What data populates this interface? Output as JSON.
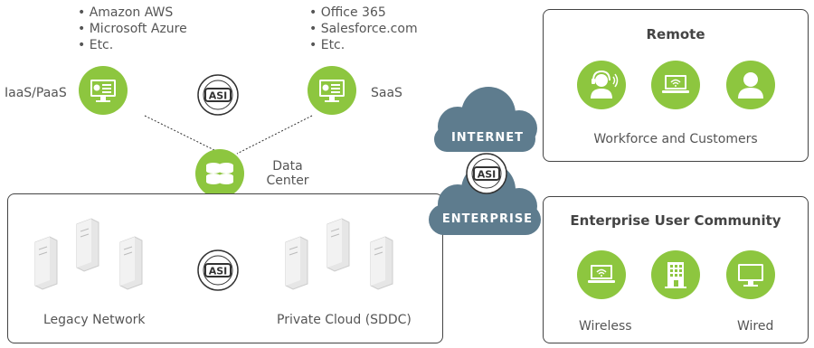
{
  "iaas": {
    "bullets": [
      "Amazon AWS",
      "Microsoft Azure",
      "Etc."
    ],
    "label": "IaaS/PaaS",
    "icon": "monitor-icon"
  },
  "saas": {
    "bullets": [
      "Office 365",
      "Salesforce.com",
      "Etc."
    ],
    "label": "SaaS",
    "icon": "monitor-icon"
  },
  "datacenter": {
    "label_line1": "Data",
    "label_line2": "Center",
    "icon": "database-icon"
  },
  "logo_text": "ASI",
  "clouds": {
    "top": "INTERNET",
    "bottom": "ENTERPRISE"
  },
  "onprem": {
    "legacy_label": "Legacy Network",
    "private_label": "Private Cloud (SDDC)"
  },
  "remote": {
    "title": "Remote",
    "subtitle": "Workforce and Customers",
    "icons": [
      "headset-agent-icon",
      "laptop-wifi-icon",
      "user-icon"
    ]
  },
  "enterprise": {
    "title": "Enterprise User Community",
    "wireless_label": "Wireless",
    "wired_label": "Wired",
    "icons": [
      "laptop-wifi-icon",
      "building-icon",
      "desktop-icon"
    ]
  },
  "colors": {
    "green": "#8dc63f",
    "cloud": "#5e7c8e",
    "border": "#444444",
    "text": "#555555"
  }
}
